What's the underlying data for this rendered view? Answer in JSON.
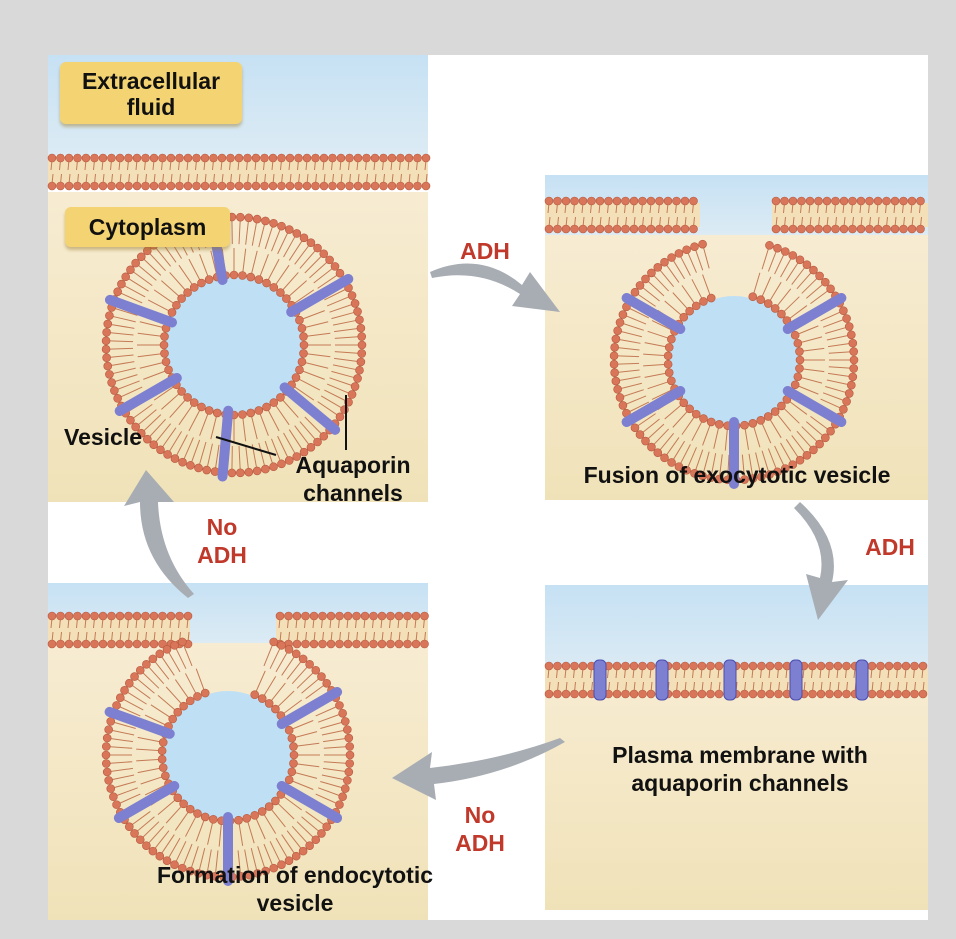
{
  "labels": {
    "extracellular_fluid": "Extracellular fluid",
    "cytoplasm": "Cytoplasm",
    "vesicle": "Vesicle",
    "aquaporin_channels": "Aquaporin channels",
    "fusion": "Fusion of exocytotic vesicle",
    "plasma_membrane": "Plasma membrane with aquaporin channels",
    "formation": "Formation of endocytotic vesicle"
  },
  "arrows": {
    "adh_top": "ADH",
    "adh_right": "ADH",
    "no_adh_bottom": "No ADH",
    "no_adh_left": "No ADH"
  },
  "colors": {
    "background": "#d9d9d9",
    "extracellular": "#cfe6f5",
    "cytoplasm": "#f2e6c0",
    "lipid_head": "#d9765a",
    "aquaporin": "#7d7fd0",
    "arrow": "#a8adb3",
    "label_red": "#c0392b",
    "tag": "#f4d472"
  }
}
